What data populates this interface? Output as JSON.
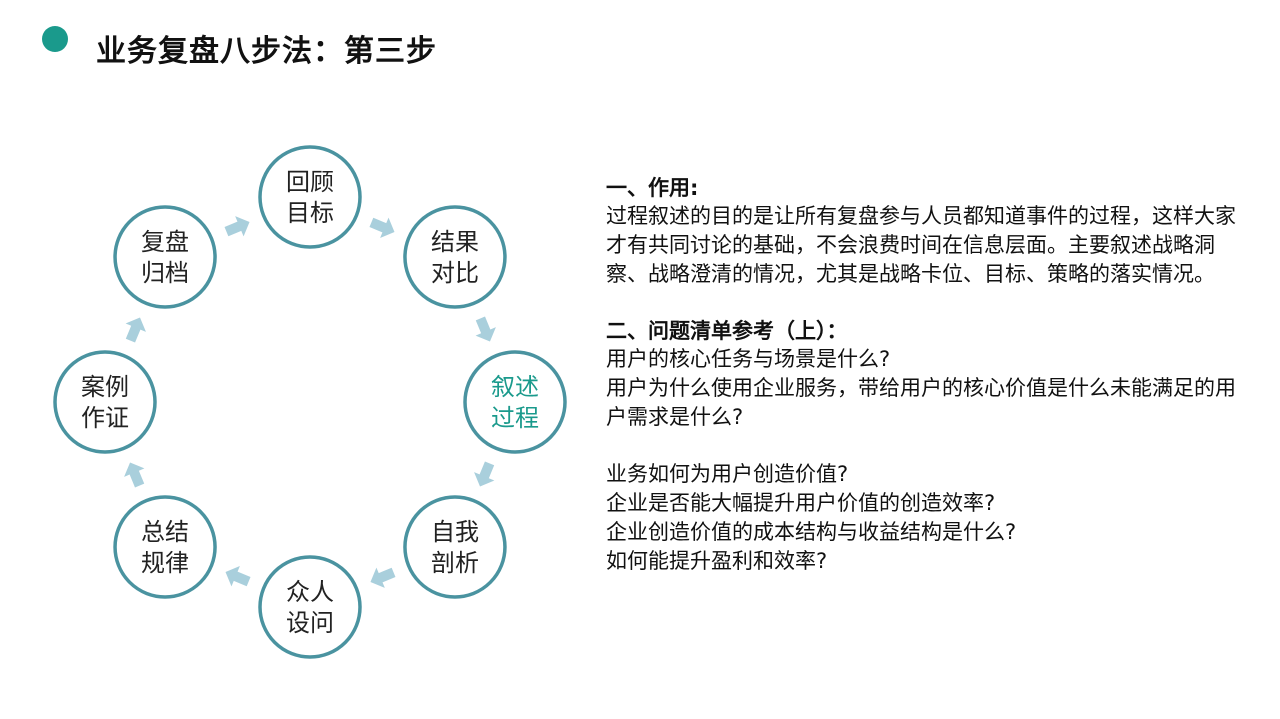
{
  "title": "业务复盘八步法：第三步",
  "colors": {
    "accent": "#1a9a8c",
    "ring": "#4a93a0",
    "arrow": "#a9cfdc"
  },
  "cycle": {
    "active_index": 2,
    "nodes": [
      {
        "line1": "回顾",
        "line2": "目标"
      },
      {
        "line1": "结果",
        "line2": "对比"
      },
      {
        "line1": "叙述",
        "line2": "过程"
      },
      {
        "line1": "自我",
        "line2": "剖析"
      },
      {
        "line1": "众人",
        "line2": "设问"
      },
      {
        "line1": "总结",
        "line2": "规律"
      },
      {
        "line1": "案例",
        "line2": "作证"
      },
      {
        "line1": "复盘",
        "line2": "归档"
      }
    ]
  },
  "section1": {
    "heading": "一、作用:",
    "body": "过程叙述的目的是让所有复盘参与人员都知道事件的过程，这样大家才有共同讨论的基础，不会浪费时间在信息层面。主要叙述战略洞察、战略澄清的情况，尤其是战略卡位、目标、策略的落实情况。"
  },
  "section2": {
    "heading": "二、问题清单参考（上）：",
    "group1": [
      "用户的核心任务与场景是什么?",
      "用户为什么使用企业服务，带给用户的核心价值是什么未能满足的用户需求是什么?"
    ],
    "group2": [
      "业务如何为用户创造价值?",
      "企业是否能大幅提升用户价值的创造效率?",
      "企业创造价值的成本结构与收益结构是什么?",
      "如何能提升盈利和效率?"
    ]
  }
}
